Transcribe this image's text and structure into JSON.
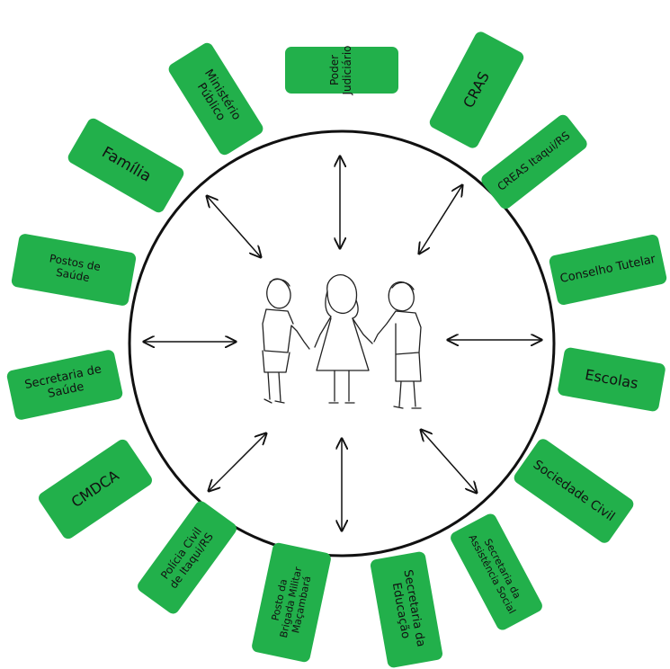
{
  "colors": {
    "node_fill": "#22b04b",
    "node_text": "#111111",
    "circle_stroke": "#111111",
    "arrow_stroke": "#111111"
  },
  "center": {
    "illustration": "three-children-holding-hands"
  },
  "nodes": [
    {
      "id": "poder-judiciario",
      "label": "Poder\nJudiciário"
    },
    {
      "id": "cras",
      "label": "CRAS"
    },
    {
      "id": "creas",
      "label": "CREAS Itaqui/RS"
    },
    {
      "id": "conselho-tutelar",
      "label": "Conselho Tutelar"
    },
    {
      "id": "escolas",
      "label": "Escolas"
    },
    {
      "id": "sociedade-civil",
      "label": "Sociedade Civil"
    },
    {
      "id": "secretaria-assistencia",
      "label": "Secretaria da\nAssistência Social"
    },
    {
      "id": "secretaria-educacao",
      "label": "Secretaria da\nEducação"
    },
    {
      "id": "brigada-militar",
      "label": "Posto da\nBrigada Militar\nMaçambará"
    },
    {
      "id": "policia-civil",
      "label": "Polícia Civil\nde Itaqui/RS"
    },
    {
      "id": "cmdca",
      "label": "CMDCA"
    },
    {
      "id": "secretaria-saude",
      "label": "Secretaria de\nSaúde"
    },
    {
      "id": "postos-saude",
      "label": "Postos de\nSaúde"
    },
    {
      "id": "familia",
      "label": "Família"
    },
    {
      "id": "ministerio-publico",
      "label": "Ministério\nPúblico"
    }
  ]
}
